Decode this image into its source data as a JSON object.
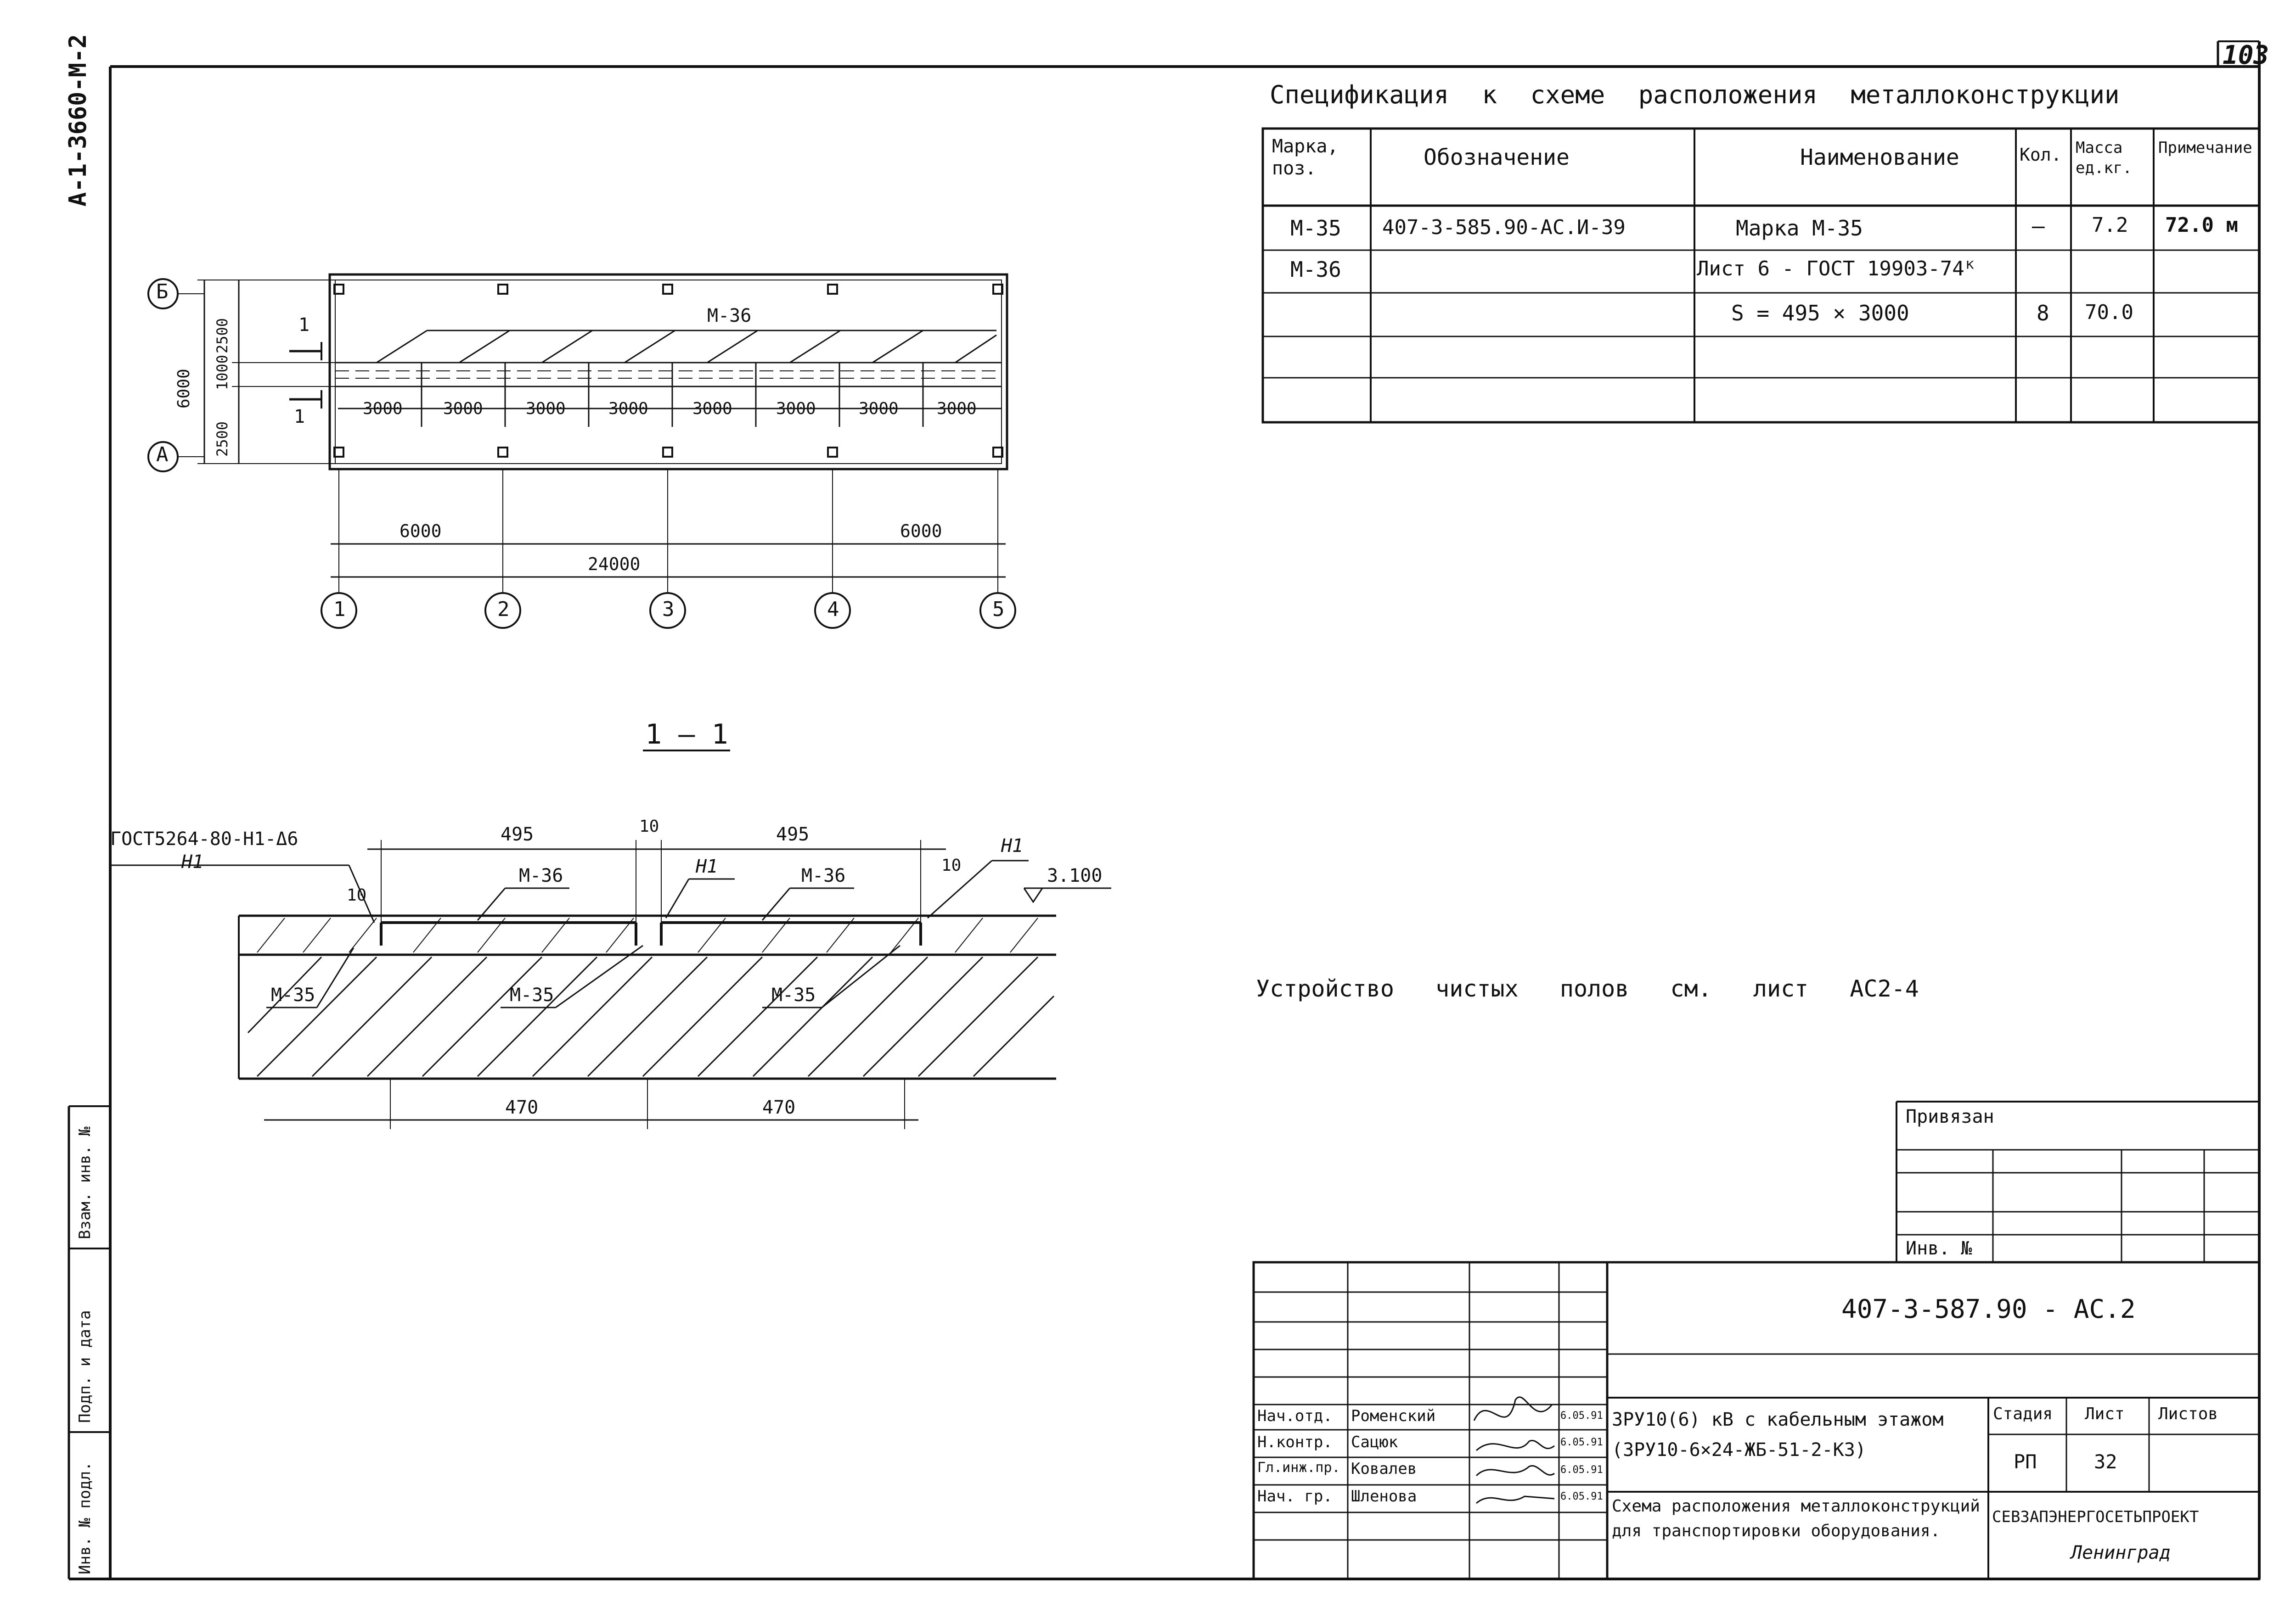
{
  "sheet_number": "103",
  "archive_code": "А-1-3660-М-2",
  "spec": {
    "title": "Спецификация к схеме расположения металлоконструкции",
    "headers": [
      "Марка, поз.",
      "Обозначение",
      "Наименование",
      "Кол.",
      "Масса ед.кг.",
      "Примечание"
    ],
    "rows": [
      [
        "М-35",
        "407-3-585.90-АС.И-39",
        "Марка М-35",
        "—",
        "7.2",
        "72.0 м"
      ],
      [
        "М-36",
        "",
        "Лист 6 - ГОСТ 19903-74ᴷ",
        "",
        "",
        ""
      ],
      [
        "",
        "",
        "S = 495 × 3000",
        "8",
        "70.0",
        ""
      ],
      [
        "",
        "",
        "",
        "",
        "",
        ""
      ],
      [
        "",
        "",
        "",
        "",
        "",
        ""
      ]
    ]
  },
  "plan": {
    "axes_letters": [
      "Б",
      "А"
    ],
    "axes_numbers": [
      "1",
      "2",
      "3",
      "4",
      "5"
    ],
    "left_dims": [
      "6000",
      "2500",
      "1000",
      "2500"
    ],
    "bay_dims": [
      "3000",
      "3000",
      "3000",
      "3000",
      "3000",
      "3000",
      "3000",
      "3000"
    ],
    "bottom_dims": [
      "6000",
      "6000",
      "24000"
    ],
    "cut_mark": "1",
    "label_m36": "М-36"
  },
  "section": {
    "title": "1 — 1",
    "gost_label": "ГОСТ5264-80-Н1-Δ6",
    "n1": "Н1",
    "dim_495": "495",
    "dim_10": "10",
    "m36": "М-36",
    "m35": "М-35",
    "level": "3.100",
    "dim_470": "470"
  },
  "note": "Устройство чистых полов см. лист АС2-4",
  "stamp": {
    "privyazan": "Привязан",
    "inv_label": "Инв. №",
    "doc_code": "407-3-587.90 - АС.2",
    "roles": [
      "Нач.отд.",
      "Н.контр.",
      "Гл.инж.пр.",
      "Нач. гр."
    ],
    "names": [
      "Роменский",
      "Сацюк",
      "Ковалев",
      "Шленова"
    ],
    "dates": [
      "6.05.91",
      "6.05.91",
      "6.05.91",
      "6.05.91"
    ],
    "project_title": "ЗРУ10(6) кВ с кабельным этажом (ЗРУ10-6×24-ЖБ-51-2-КЗ)",
    "stage_label": "Стадия",
    "sheet_label": "Лист",
    "sheets_label": "Листов",
    "stage": "РП",
    "sheet": "32",
    "sheets": "",
    "drawing_title": "Схема расположения металлоконструкций для транспортировки оборудования.",
    "org": "СЕВЗАПЭНЕРГОСЕТЬПРОЕКТ",
    "city": "Ленинград"
  },
  "side_strip": [
    "Взам. инв. №",
    "Подп. и дата",
    "Инв. № подл."
  ]
}
